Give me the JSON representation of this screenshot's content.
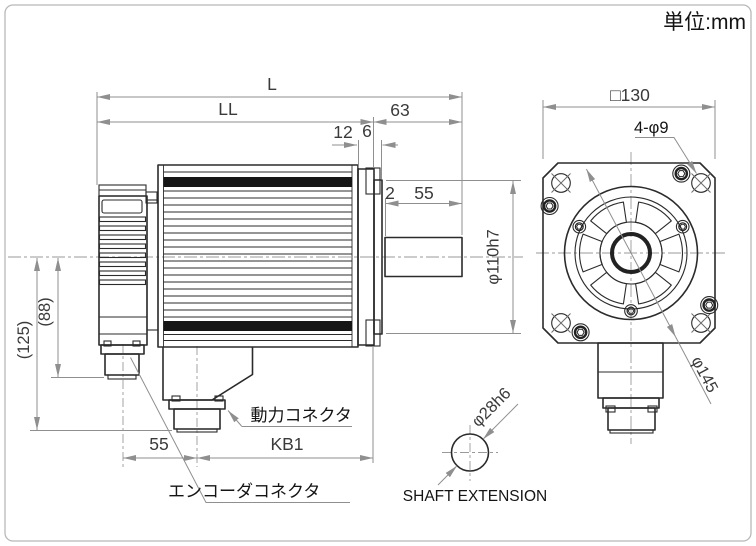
{
  "unit": "単位:mm",
  "side": {
    "L": "L",
    "LL": "LL",
    "s63": "63",
    "s12": "12",
    "s6": "6",
    "s2": "2",
    "shaft55": "55",
    "pilotDia": "φ110h7",
    "h125": "(125)",
    "h88": "(88)",
    "conn55": "55",
    "kb1": "KB1",
    "powerConnector": "動力コネクタ",
    "encoderConnector": "エンコーダコネクタ"
  },
  "front": {
    "square": "□130",
    "holes": "4-φ9",
    "boltCircle": "φ145"
  },
  "detail": {
    "dia": "φ28h6",
    "caption": "SHAFT EXTENSION"
  },
  "colors": {
    "line": "#2b2b2b",
    "dimension": "#8f8f8f",
    "band": "#161616",
    "background": "#ffffff"
  }
}
